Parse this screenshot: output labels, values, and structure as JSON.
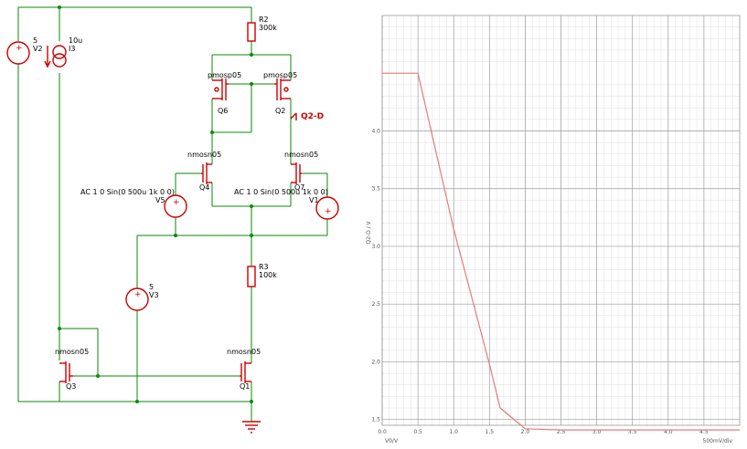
{
  "schematic": {
    "sources": {
      "V2": {
        "value": "5",
        "name": "V2"
      },
      "I3": {
        "value": "10u",
        "name": "I3"
      },
      "V3": {
        "value": "5",
        "name": "V3"
      },
      "V5": {
        "name": "V5",
        "spec": "AC 1 0 Sin(0 500u 1k 0 0)"
      },
      "V1": {
        "name": "V1",
        "spec": "AC 1 0 Sin(0 500u 1k 0 0)"
      }
    },
    "resistors": {
      "R2": {
        "name": "R2",
        "value": "300k"
      },
      "R3": {
        "name": "R3",
        "value": "100k"
      }
    },
    "transistors": {
      "Q6": {
        "model": "pmosp05",
        "name": "Q6"
      },
      "Q2": {
        "model": "pmosp05",
        "name": "Q2"
      },
      "Q4": {
        "model": "nmosn05",
        "name": "Q4"
      },
      "Q7": {
        "model": "nmosn05",
        "name": "Q7"
      },
      "Q3": {
        "model": "nmosn05",
        "name": "Q3"
      },
      "Q1": {
        "model": "nmosn05",
        "name": "Q1"
      }
    },
    "probe": {
      "label": "Q2-D"
    }
  },
  "colors": {
    "wire": "#0a8a0a",
    "component": "#cc0000",
    "trace": "#e87878",
    "grid_major": "#9a9a9a",
    "grid_minor": "#dedede"
  },
  "chart_data": {
    "type": "line",
    "xlabel": "V0/V",
    "ylabel": "Q2-D / V",
    "x_div_label": "500mV/div",
    "xlim": [
      0,
      5
    ],
    "ylim": [
      1.45,
      5.0
    ],
    "x_ticks": [
      "0.0",
      "0.5",
      "1.0",
      "1.5",
      "2.0",
      "2.5",
      "3.0",
      "3.5",
      "4.0",
      "4.5"
    ],
    "y_ticks": [
      "1.5",
      "2.0",
      "2.5",
      "3.0",
      "3.5",
      "4.0"
    ],
    "grid": true,
    "series": [
      {
        "x": [
          0.0,
          0.5,
          1.0,
          1.5,
          1.65,
          2.0,
          2.5,
          3.0,
          3.5,
          4.0,
          4.5,
          5.0
        ],
        "y": [
          4.5,
          4.5,
          3.15,
          1.98,
          1.6,
          1.42,
          1.41,
          1.41,
          1.41,
          1.41,
          1.41,
          1.41
        ]
      }
    ]
  }
}
